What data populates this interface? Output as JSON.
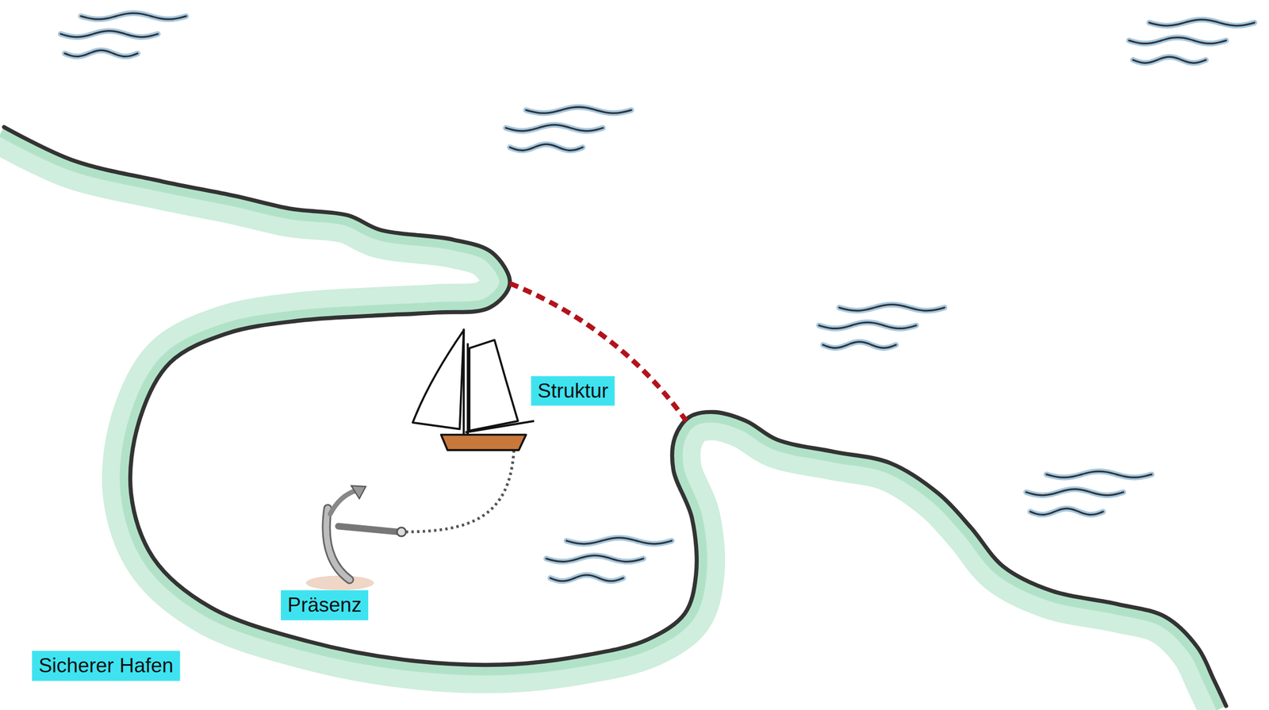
{
  "diagram": {
    "labels": [
      "Struktur",
      "Präsenz",
      "Sicherer Hafen"
    ]
  }
}
